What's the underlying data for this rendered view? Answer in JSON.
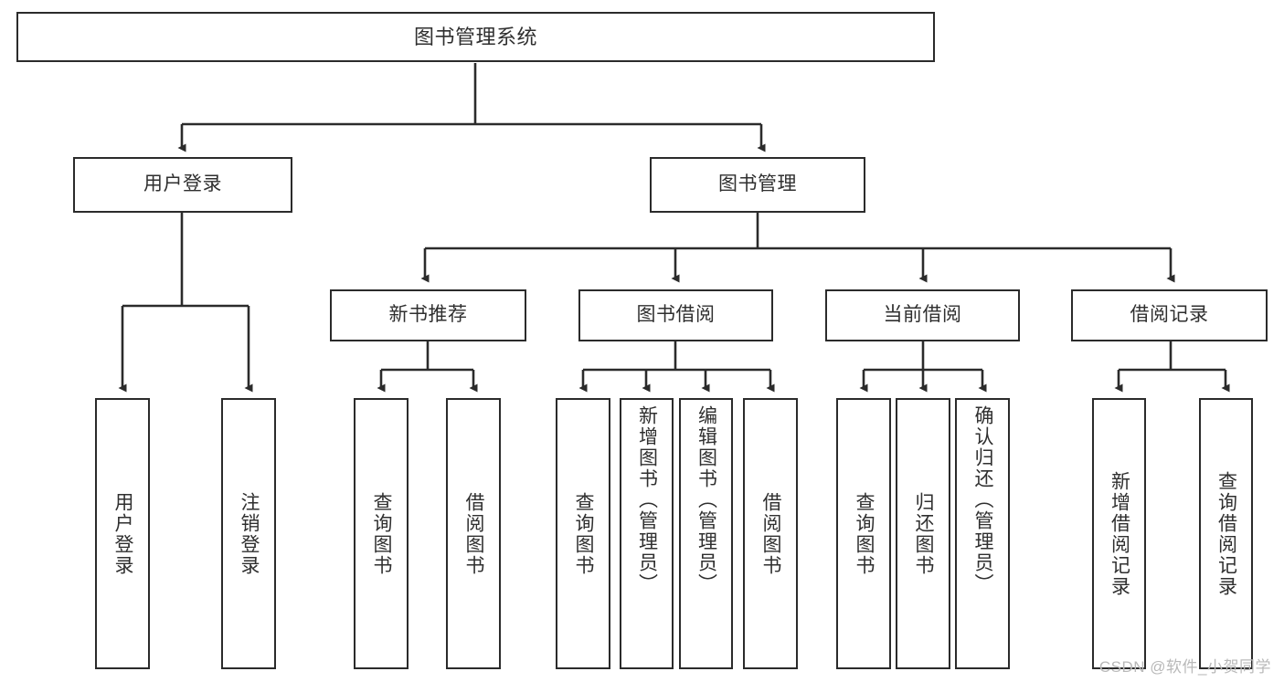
{
  "diagram": {
    "title": "图书管理系统",
    "type": "tree",
    "orientation": "top-down",
    "colors": {
      "box_stroke": "#2b2b2b",
      "box_fill": "#ffffff",
      "text": "#2f2f2f",
      "edge": "#2b2b2b",
      "watermark": "#b9b9b9",
      "background": "#ffffff"
    },
    "watermark": "CSDN @软件_小贺同学",
    "nodes": {
      "root": {
        "label": "图书管理系统"
      },
      "level1": [
        {
          "id": "user-login",
          "label": "用户登录"
        },
        {
          "id": "book-manage",
          "label": "图书管理"
        }
      ],
      "level2": [
        {
          "id": "new-book-recommend",
          "label": "新书推荐"
        },
        {
          "id": "book-borrow",
          "label": "图书借阅"
        },
        {
          "id": "current-borrow",
          "label": "当前借阅"
        },
        {
          "id": "borrow-record",
          "label": "借阅记录"
        }
      ],
      "leaves": {
        "user_login": [
          {
            "id": "leaf-user-login",
            "label": "用户登录"
          },
          {
            "id": "leaf-logout-login",
            "label": "注销登录"
          }
        ],
        "new_book_recommend": [
          {
            "id": "leaf-query-book-1",
            "label": "查询图书"
          },
          {
            "id": "leaf-borrow-book-1",
            "label": "借阅图书"
          }
        ],
        "book_borrow": [
          {
            "id": "leaf-query-book-2",
            "label": "查询图书"
          },
          {
            "id": "leaf-add-book",
            "label": "新增图书（管理员）"
          },
          {
            "id": "leaf-edit-book",
            "label": "编辑图书（管理员）"
          },
          {
            "id": "leaf-borrow-book-2",
            "label": "借阅图书"
          }
        ],
        "current_borrow": [
          {
            "id": "leaf-query-book-3",
            "label": "查询图书"
          },
          {
            "id": "leaf-return-book",
            "label": "归还图书"
          },
          {
            "id": "leaf-confirm-return",
            "label": "确认归还（管理员）"
          }
        ],
        "borrow_record": [
          {
            "id": "leaf-add-record",
            "label": "新增借阅记录"
          },
          {
            "id": "leaf-query-record",
            "label": "查询借阅记录"
          }
        ]
      }
    }
  }
}
